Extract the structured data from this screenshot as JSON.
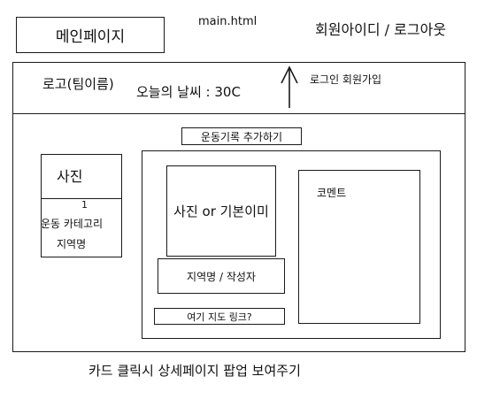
{
  "header": {
    "main_page_button": "메인페이지",
    "file_name": "main.html",
    "user_area": "회원아이디 / 로그아웃"
  },
  "topbar": {
    "logo": "로고(팀이름)",
    "weather": "오늘의 날씨 : 30C",
    "auth_links": "로그인 회원가입"
  },
  "content": {
    "add_record_button": "운동기록 추가하기",
    "card": {
      "photo": "사진",
      "marker": "1",
      "category": "운동 카테고리",
      "region": "지역명"
    },
    "detail": {
      "photo": "사진 or 기본이미",
      "region_author": "지역명 / 작성자",
      "map_link": "여기 지도 링크?",
      "comment": "코멘트"
    }
  },
  "footer_note": "카드 클릭시 상세페이지 팝업 보여주기"
}
